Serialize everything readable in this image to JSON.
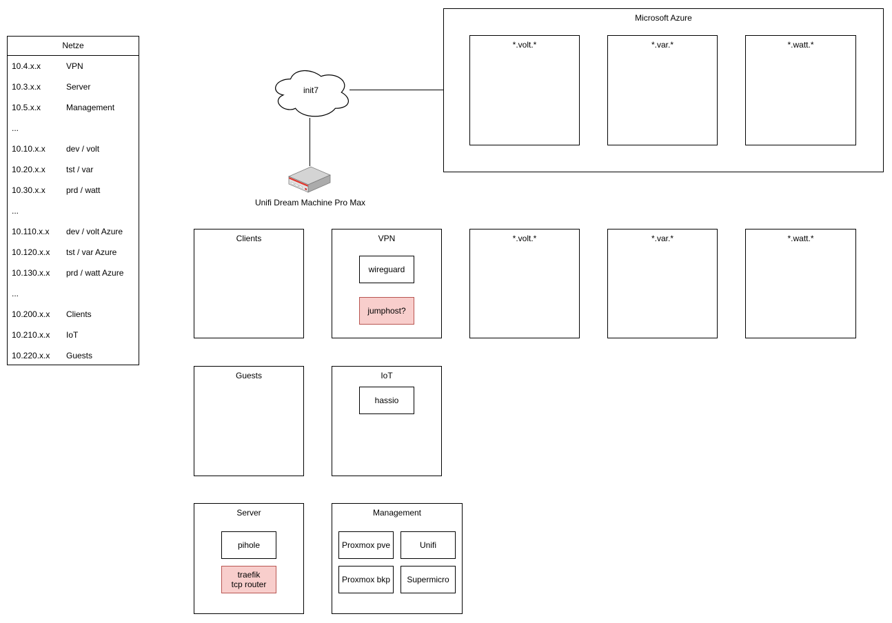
{
  "colors": {
    "accent_fill": "#f8cecc",
    "accent_border": "#b85450",
    "background": "#ffffff"
  },
  "netze": {
    "title": "Netze",
    "rows": [
      {
        "range": "10.4.x.x",
        "label": "VPN"
      },
      {
        "range": "10.3.x.x",
        "label": "Server"
      },
      {
        "range": "10.5.x.x",
        "label": "Management"
      },
      {
        "range": "...",
        "label": ""
      },
      {
        "range": "10.10.x.x",
        "label": "dev / volt"
      },
      {
        "range": "10.20.x.x",
        "label": "tst / var"
      },
      {
        "range": "10.30.x.x",
        "label": "prd / watt"
      },
      {
        "range": "...",
        "label": ""
      },
      {
        "range": "10.110.x.x",
        "label": "dev / volt Azure"
      },
      {
        "range": "10.120.x.x",
        "label": "tst / var Azure"
      },
      {
        "range": "10.130.x.x",
        "label": "prd / watt Azure"
      },
      {
        "range": "...",
        "label": ""
      },
      {
        "range": "10.200.x.x",
        "label": "Clients"
      },
      {
        "range": "10.210.x.x",
        "label": "IoT"
      },
      {
        "range": "10.220.x.x",
        "label": "Guests"
      }
    ]
  },
  "wan": {
    "cloud_label": "init7",
    "router_label": "Unifi Dream Machine Pro Max"
  },
  "azure": {
    "title": "Microsoft Azure",
    "zones": [
      {
        "label": "*.volt.*"
      },
      {
        "label": "*.var.*"
      },
      {
        "label": "*.watt.*"
      }
    ]
  },
  "local_zones": [
    {
      "label": "*.volt.*"
    },
    {
      "label": "*.var.*"
    },
    {
      "label": "*.watt.*"
    }
  ],
  "groups": {
    "clients": {
      "title": "Clients"
    },
    "vpn": {
      "title": "VPN",
      "nodes": {
        "wireguard": "wireguard",
        "jumphost": "jumphost?"
      }
    },
    "guests": {
      "title": "Guests"
    },
    "iot": {
      "title": "IoT",
      "nodes": {
        "hassio": "hassio"
      }
    },
    "server": {
      "title": "Server",
      "nodes": {
        "pihole": "pihole",
        "traefik": "traefik\ntcp router"
      }
    },
    "management": {
      "title": "Management",
      "nodes": {
        "proxmox_pve": "Proxmox pve",
        "unifi": "Unifi",
        "proxmox_bkp": "Proxmox bkp",
        "supermicro": "Supermicro"
      }
    }
  }
}
